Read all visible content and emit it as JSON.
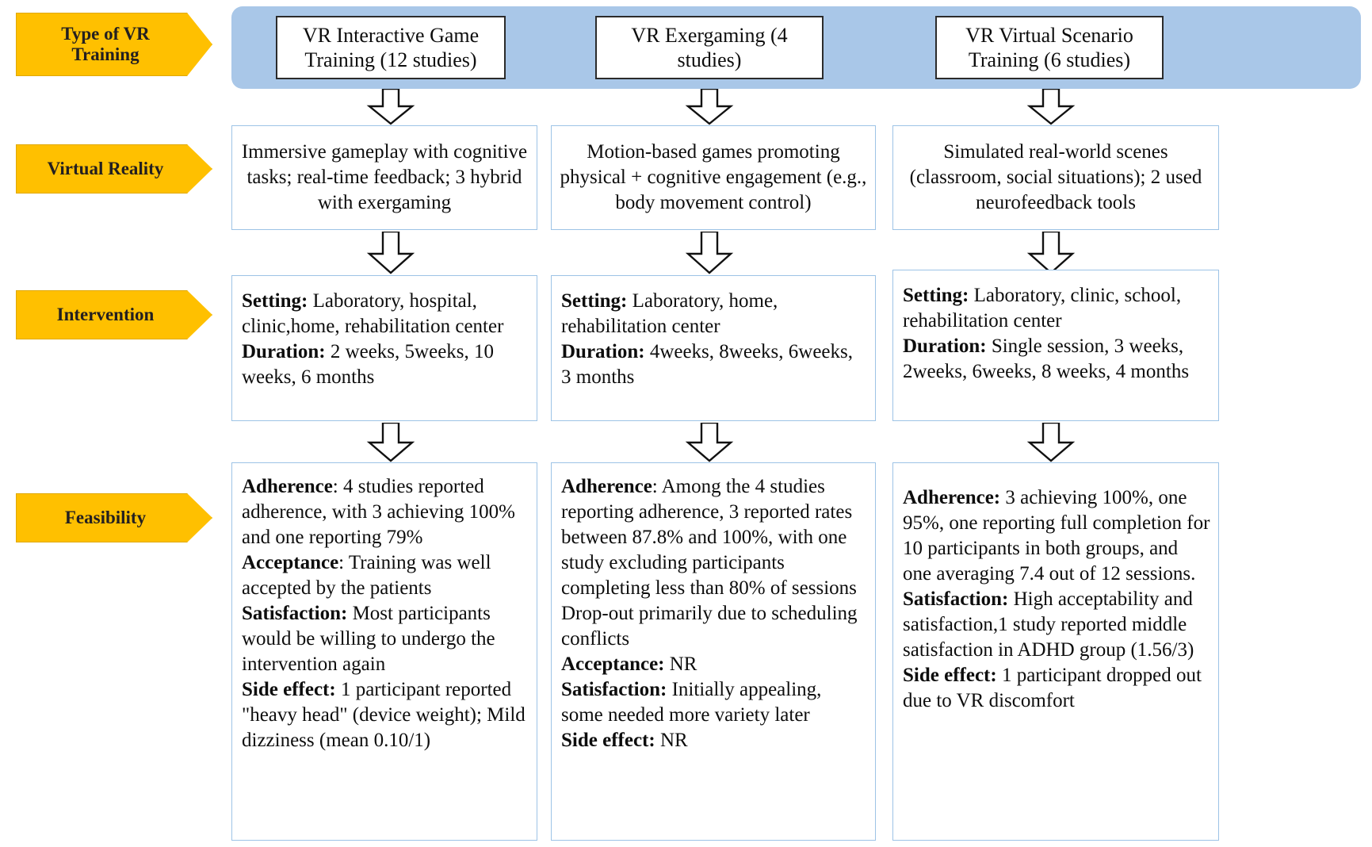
{
  "row_labels": [
    {
      "id": "type-of-vr-training",
      "text": "Type of VR\nTraining"
    },
    {
      "id": "virtual-reality",
      "text": "Virtual Reality"
    },
    {
      "id": "intervention",
      "text": "Intervention"
    },
    {
      "id": "feasibility",
      "text": "Feasibility"
    }
  ],
  "colors": {
    "label_fill": "#FFC000",
    "banner_fill": "#A9C7E8",
    "box_border": "#9DC3E6",
    "header_border": "#2B2B2B",
    "text": "#0D0D0D"
  },
  "headers": [
    {
      "id": "vr-interactive-game-training",
      "text": "VR Interactive Game Training (12 studies)",
      "studies": 12
    },
    {
      "id": "vr-exergaming",
      "text": "VR Exergaming (4 studies)",
      "studies": 4
    },
    {
      "id": "vr-virtual-scenario-training",
      "text": "VR Virtual Scenario Training (6 studies)",
      "studies": 6
    }
  ],
  "virtual_reality": [
    {
      "id": "vr-col1",
      "text": "Immersive gameplay with cognitive tasks; real-time feedback; 3 hybrid with exergaming"
    },
    {
      "id": "vr-col2",
      "text": "Motion-based games promoting physical + cognitive engagement (e.g., body movement control)"
    },
    {
      "id": "vr-col3",
      "text": "Simulated real-world scenes (classroom, social situations); 2 used neurofeedback tools"
    }
  ],
  "intervention": [
    {
      "id": "intervention-col1",
      "items": [
        {
          "label": "Setting:",
          "value": " Laboratory, hospital, clinic,home, rehabilitation center"
        },
        {
          "label": "Duration:",
          "value": " 2 weeks, 5weeks, 10 weeks, 6 months"
        }
      ]
    },
    {
      "id": "intervention-col2",
      "items": [
        {
          "label": "Setting:",
          "value": " Laboratory, home, rehabilitation center"
        },
        {
          "label": "Duration:",
          "value": " 4weeks, 8weeks, 6weeks, 3 months"
        }
      ]
    },
    {
      "id": "intervention-col3",
      "items": [
        {
          "label": "Setting:",
          "value": " Laboratory, clinic, school, rehabilitation center"
        },
        {
          "label": "Duration:",
          "value": " Single session, 3 weeks, 2weeks, 6weeks, 8 weeks, 4 months"
        }
      ]
    }
  ],
  "feasibility": [
    {
      "id": "feasibility-col1",
      "items": [
        {
          "label": "Adherence",
          "value": ": 4 studies reported adherence, with 3 achieving 100% and one reporting 79%"
        },
        {
          "label": "Acceptance",
          "value": ": Training was well accepted by the patients"
        },
        {
          "label": "Satisfaction:",
          "value": " Most participants would be willing to undergo the intervention again"
        },
        {
          "label": "Side effect:",
          "value": " 1 participant reported \"heavy head\" (device weight); Mild dizziness (mean 0.10/1)"
        }
      ]
    },
    {
      "id": "feasibility-col2",
      "items": [
        {
          "label": "Adherence",
          "value": ": Among the 4 studies reporting adherence, 3 reported rates between 87.8% and 100%, with one study excluding participants completing less than 80% of sessions Drop-out primarily due to scheduling conflicts"
        },
        {
          "label": "Acceptance:",
          "value": " NR"
        },
        {
          "label": "Satisfaction:",
          "value": "  Initially appealing, some needed more variety later"
        },
        {
          "label": "Side effect:",
          "value": " NR"
        }
      ]
    },
    {
      "id": "feasibility-col3",
      "items": [
        {
          "label": "Adherence:",
          "value": " 3 achieving 100%, one 95%, one reporting full completion for 10 participants in both groups, and one averaging 7.4 out of 12 sessions."
        },
        {
          "label": "Satisfaction:",
          "value": " High acceptability and satisfaction,1 study reported middle satisfaction in ADHD group (1.56/3)"
        },
        {
          "label": "Side effect:",
          "value": " 1 participant dropped out due to VR discomfort"
        }
      ]
    }
  ],
  "connectors": {
    "icon": "down-block-arrow",
    "count": 9
  }
}
